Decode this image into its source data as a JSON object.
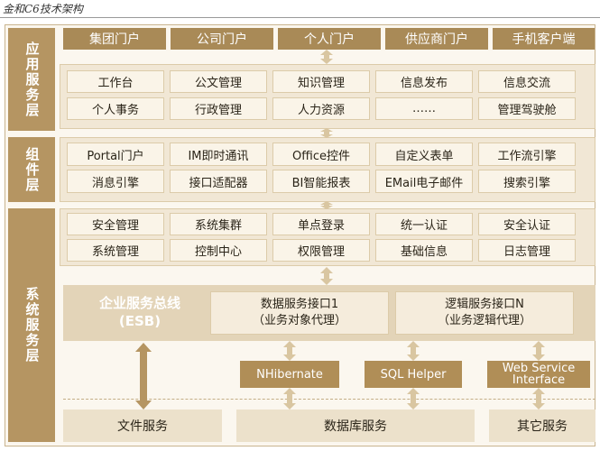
{
  "caption": "金和C6技术架构",
  "layers": {
    "app": "应用服务层",
    "component": "组件层",
    "system": "系统服务层"
  },
  "portals": [
    "集团门户",
    "公司门户",
    "个人门户",
    "供应商门户",
    "手机客户端"
  ],
  "app_services": [
    [
      "工作台",
      "公文管理",
      "知识管理",
      "信息发布",
      "信息交流"
    ],
    [
      "个人事务",
      "行政管理",
      "人力资源",
      "……",
      "管理驾驶舱"
    ]
  ],
  "components": [
    [
      "Portal门户",
      "IM即时通讯",
      "Office控件",
      "自定义表单",
      "工作流引擎"
    ],
    [
      "消息引擎",
      "接口适配器",
      "BI智能报表",
      "EMail电子邮件",
      "搜索引擎"
    ]
  ],
  "system_services": [
    [
      "安全管理",
      "系统集群",
      "单点登录",
      "统一认证",
      "安全认证"
    ],
    [
      "系统管理",
      "控制中心",
      "权限管理",
      "基础信息",
      "日志管理"
    ]
  ],
  "esb": {
    "title": "企业服务总线",
    "abbr": "(ESB)",
    "data_interface": {
      "name": "数据服务接口1",
      "desc": "（业务对象代理）"
    },
    "logic_interface": {
      "name": "逻辑服务接口N",
      "desc": "（业务逻辑代理）"
    }
  },
  "tech": {
    "nhibernate": "NHibernate",
    "sqlhelper": "SQL Helper",
    "webservice_l1": "Web Service",
    "webservice_l2": "Interface"
  },
  "storage": [
    "文件服务",
    "数据库服务",
    "其它服务"
  ],
  "colors": {
    "accent": "#b59562",
    "panel": "#f1e7d5",
    "cell": "#faf4e8"
  }
}
